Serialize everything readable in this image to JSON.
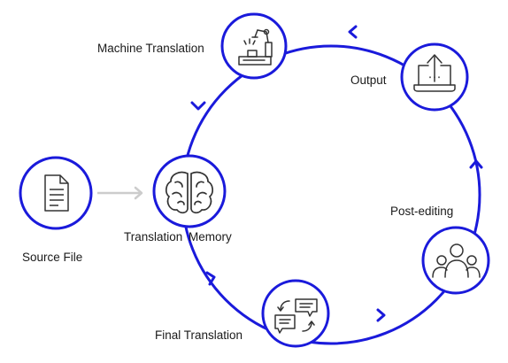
{
  "nodes": {
    "source_file": {
      "label": "Source File",
      "icon": "document-icon"
    },
    "translation_memory": {
      "label": "Translation Memory",
      "icon": "brain-icon"
    },
    "machine_translation": {
      "label": "Machine Translation",
      "icon": "robot-arm-icon"
    },
    "output": {
      "label": "Output",
      "icon": "laptop-upload-icon"
    },
    "post_editing": {
      "label": "Post-editing",
      "icon": "people-group-icon"
    },
    "final_translation": {
      "label": "Final Translation",
      "icon": "chat-exchange-icon"
    }
  },
  "colors": {
    "primary": "#1a1adb",
    "icon_stroke": "#333333",
    "connector": "#cccccc"
  }
}
